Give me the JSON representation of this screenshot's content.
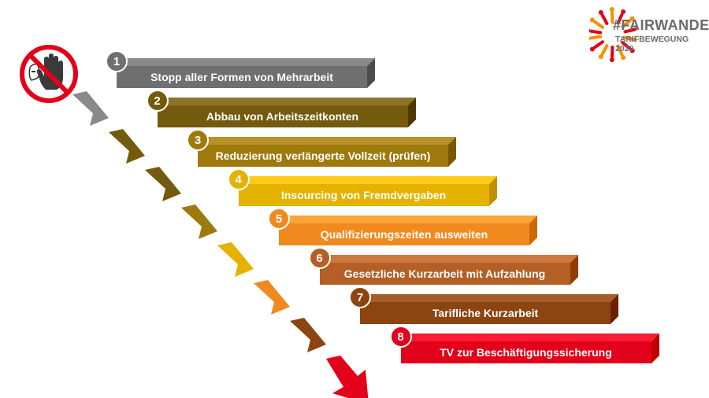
{
  "logo": {
    "title": "#FAIRWANDEL",
    "subtitle": "TARIFBEWEGUNG 2020",
    "accent_colors": [
      "#e2001a",
      "#f39200"
    ]
  },
  "stop_sign": {
    "icon": "no-entry-hand-icon",
    "ring_color": "#e2001a"
  },
  "steps": [
    {
      "number": "1",
      "label": "Stopp aller Formen von Mehrarbeit",
      "color": "#6f6f6f"
    },
    {
      "number": "2",
      "label": "Abbau von Arbeitszeitkonten",
      "color": "#735a0c"
    },
    {
      "number": "3",
      "label": "Reduzierung verlängerte Vollzeit (prüfen)",
      "color": "#9e7a0d"
    },
    {
      "number": "4",
      "label": "Insourcing von Fremdvergaben",
      "color": "#e5b200"
    },
    {
      "number": "5",
      "label": "Qualifizierungszeiten ausweiten",
      "color": "#f08a1e"
    },
    {
      "number": "6",
      "label": "Gesetzliche Kurzarbeit mit Aufzahlung",
      "color": "#b35f26"
    },
    {
      "number": "7",
      "label": "Tarifliche Kurzarbeit",
      "color": "#8c4410"
    },
    {
      "number": "8",
      "label": "TV zur Beschäftigungssicherung",
      "color": "#e2001a"
    }
  ],
  "arrow_colors": [
    "#8a8a8a",
    "#735a0c",
    "#735a0c",
    "#9e7a0d",
    "#e5b200",
    "#f08a1e",
    "#8c4410",
    "#e2001a"
  ]
}
